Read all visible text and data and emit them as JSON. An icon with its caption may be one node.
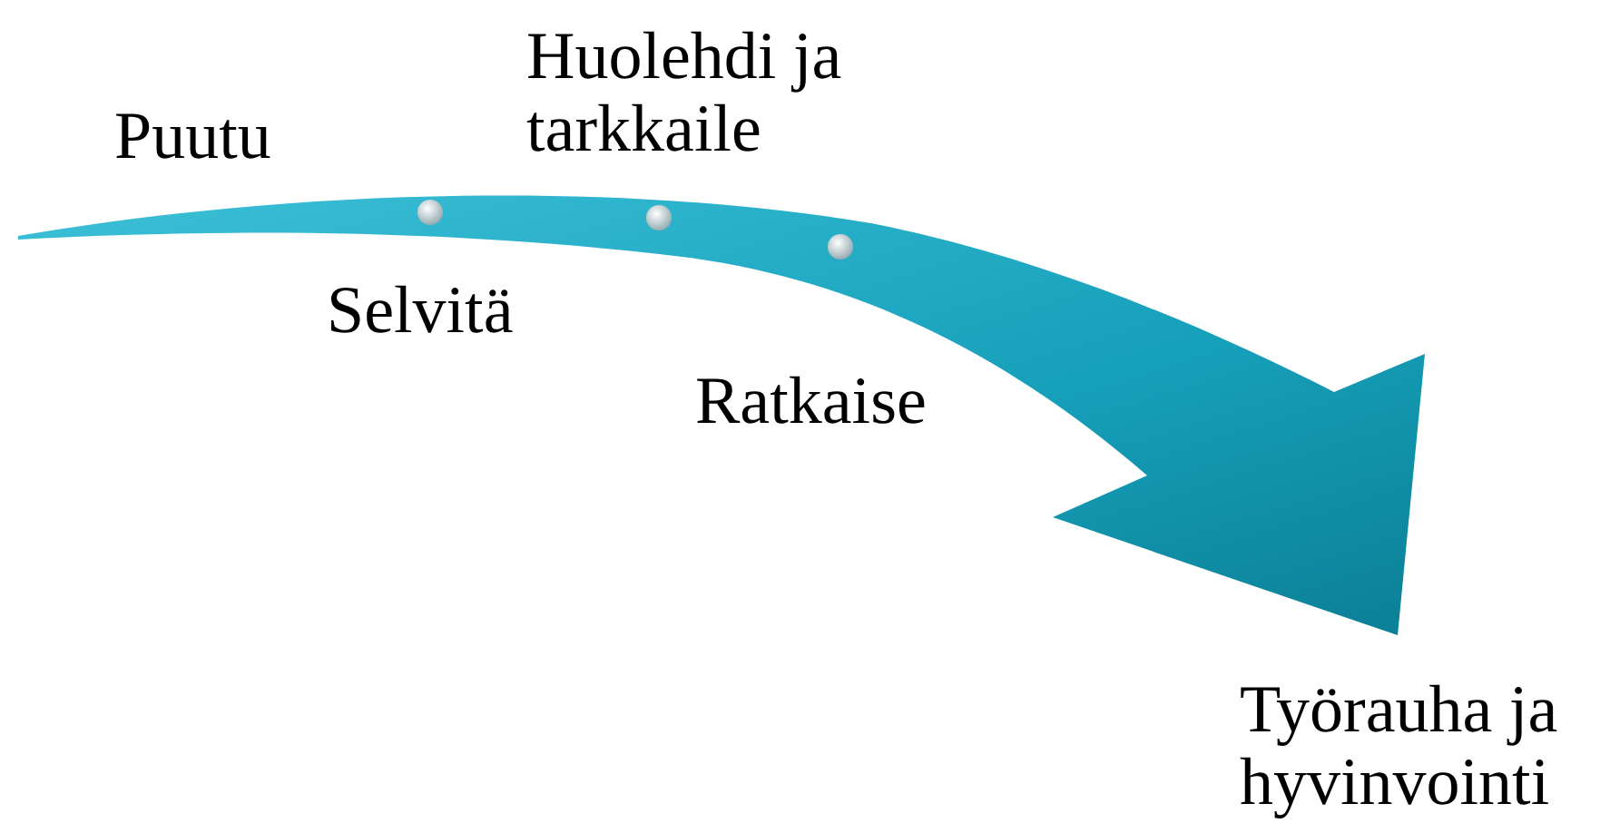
{
  "diagram": {
    "labels": [
      "Puutu",
      "Huolehdi ja tarkkaile",
      "Selvitä",
      "Ratkaise",
      "Työrauha ja hyvinvointi"
    ]
  }
}
